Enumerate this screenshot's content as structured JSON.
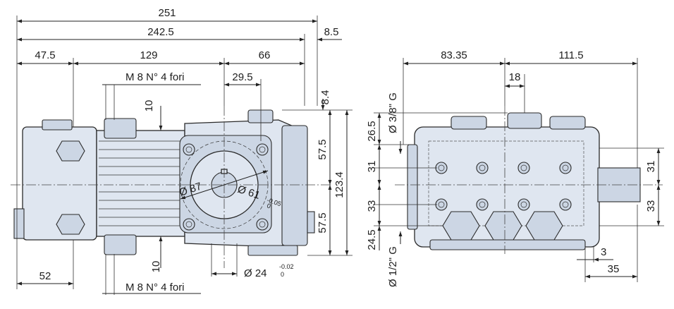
{
  "colors": {
    "body_fill": "#dfe6f0",
    "body_shade": "#ccd6e4",
    "line": "#1e1e1e"
  },
  "dimensions": {
    "overall_length": "251",
    "body_length": "242.5",
    "offset_right": "8.5",
    "left_section": "47.5",
    "mid_section": "129",
    "right_section": "66",
    "hole_pitch": "29.5",
    "top_offset": "8.4",
    "gap_10_top": "10",
    "gap_10_bottom": "10",
    "half_upper": "57.5",
    "half_lower": "57.5",
    "total_height": "123.4",
    "left_bottom": "52",
    "side_width_left": "83.35",
    "side_width_right": "111.5",
    "side_18": "18",
    "side_26_5": "26.5",
    "side_31_left": "31",
    "side_33_left": "33",
    "side_24_5": "24.5",
    "side_31_right": "31",
    "side_33_right": "33",
    "side_3": "3",
    "side_35": "35"
  },
  "labels": {
    "thread_top": "M 8 N° 4 fori",
    "thread_bottom": "M 8 N° 4 fori",
    "dia_87": "Ø 87",
    "dia_61": "Ø 61",
    "tol_61_upper": "-0.05",
    "tol_61_lower": "0",
    "shaft_dia": "Ø 24",
    "shaft_tol_upper": "-0.02",
    "shaft_tol_lower": "0",
    "inlet_thread": "Ø 3/8\" G",
    "outlet_thread": "Ø 1/2\" G"
  }
}
